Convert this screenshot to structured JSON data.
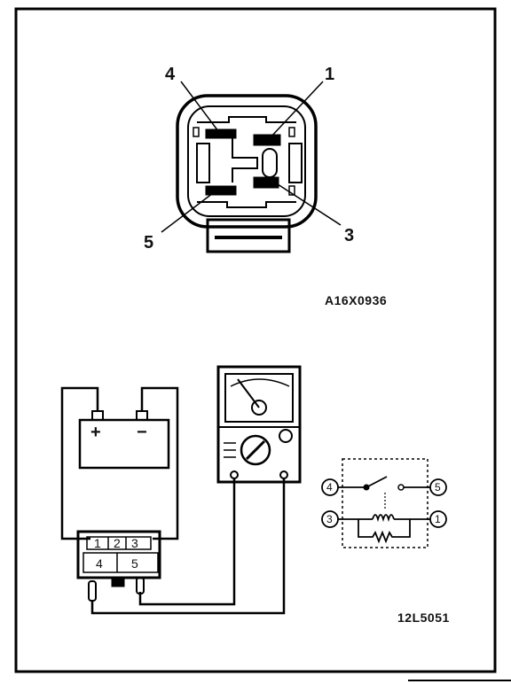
{
  "connector": {
    "pin_labels": {
      "p4": "4",
      "p1": "1",
      "p5": "5",
      "p3": "3"
    },
    "figure_code": "A16X0936"
  },
  "test_setup": {
    "battery": {
      "plus": "+",
      "minus": "−"
    },
    "relay_pins": {
      "p1": "1",
      "p2": "2",
      "p3": "3",
      "p4": "4",
      "p5": "5"
    },
    "figure_code": "12L5051"
  },
  "schematic": {
    "terminals": {
      "t4": "4",
      "t5": "5",
      "t3": "3",
      "t1": "1"
    }
  }
}
